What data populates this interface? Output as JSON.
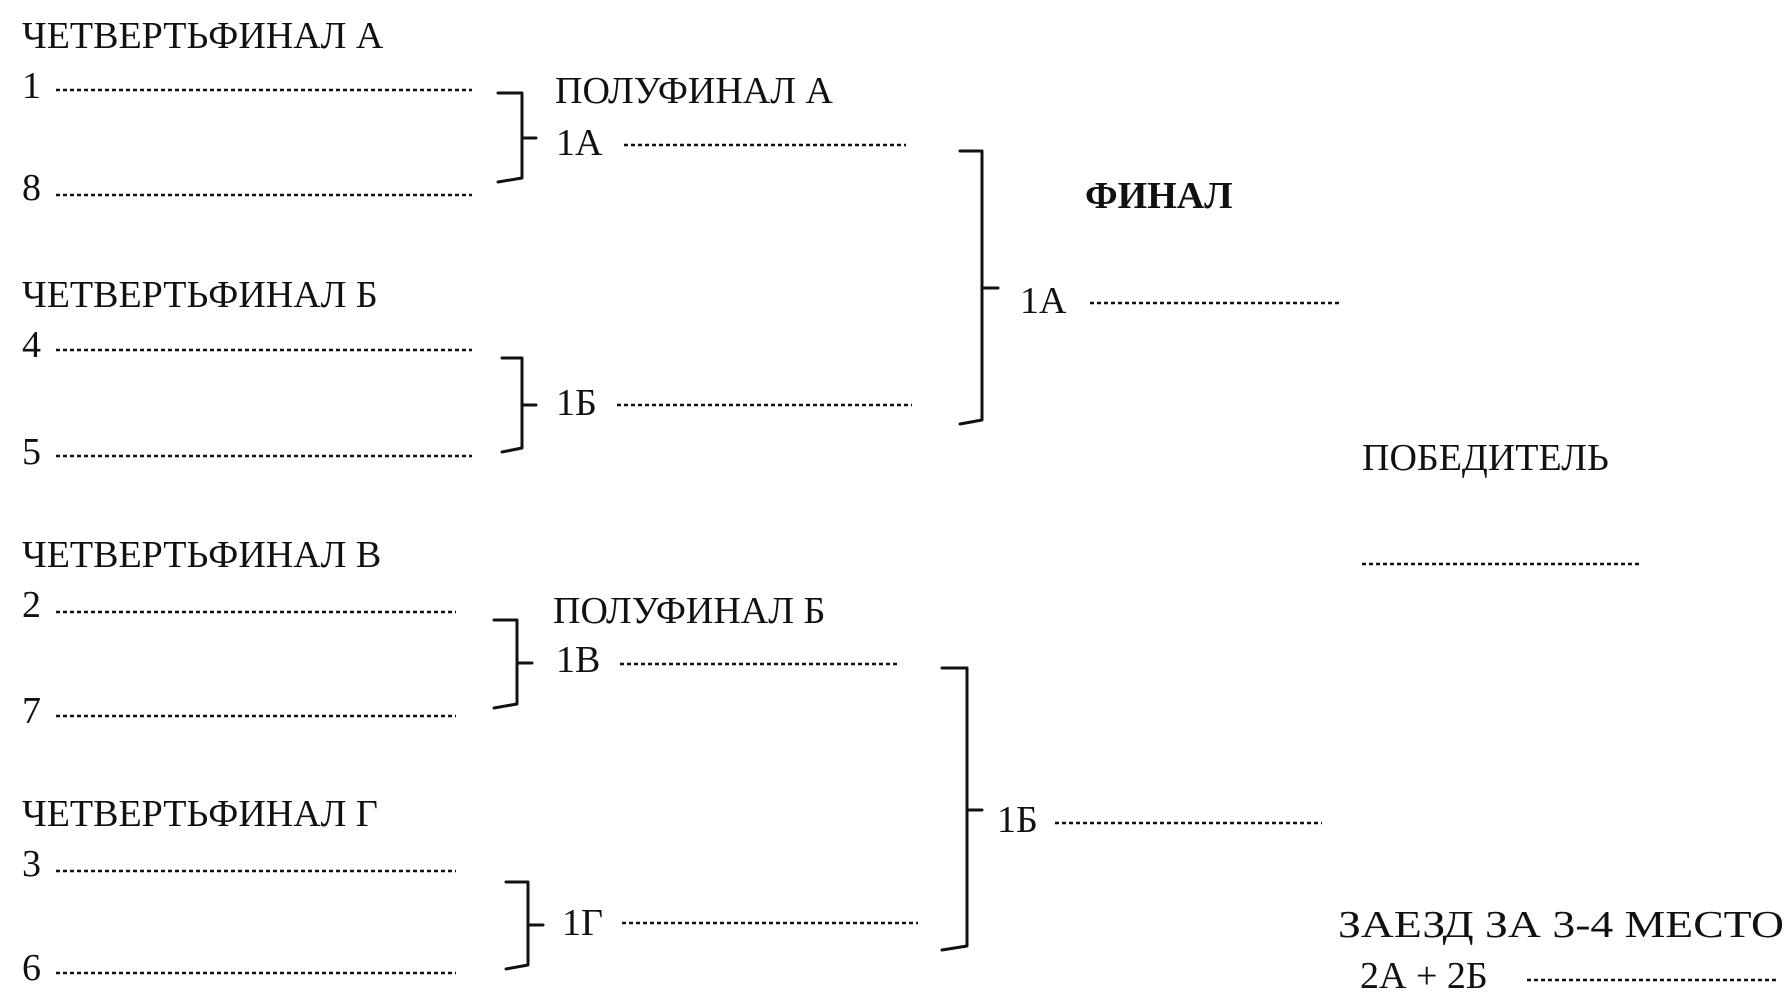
{
  "quarterfinals": [
    {
      "title": "ЧЕТВЕРТЬФИНАЛ А",
      "top_seed": "1",
      "bottom_seed": "8"
    },
    {
      "title": "ЧЕТВЕРТЬФИНАЛ Б",
      "top_seed": "4",
      "bottom_seed": "5"
    },
    {
      "title": "ЧЕТВЕРТЬФИНАЛ В",
      "top_seed": "2",
      "bottom_seed": "7"
    },
    {
      "title": "ЧЕТВЕРТЬФИНАЛ Г",
      "top_seed": "3",
      "bottom_seed": "6"
    }
  ],
  "semifinals": [
    {
      "title": "ПОЛУФИНАЛ А",
      "top": "1А",
      "bottom": "1Б"
    },
    {
      "title": "ПОЛУФИНАЛ Б",
      "top": "1В",
      "bottom": "1Г"
    }
  ],
  "final": {
    "title": "ФИНАЛ",
    "top": "1А",
    "bottom": "1Б"
  },
  "winner": {
    "title": "ПОБЕДИТЕЛЬ"
  },
  "third_place": {
    "title": "ЗАЕЗД ЗА 3-4 МЕСТО",
    "pairing": "2А + 2Б"
  }
}
